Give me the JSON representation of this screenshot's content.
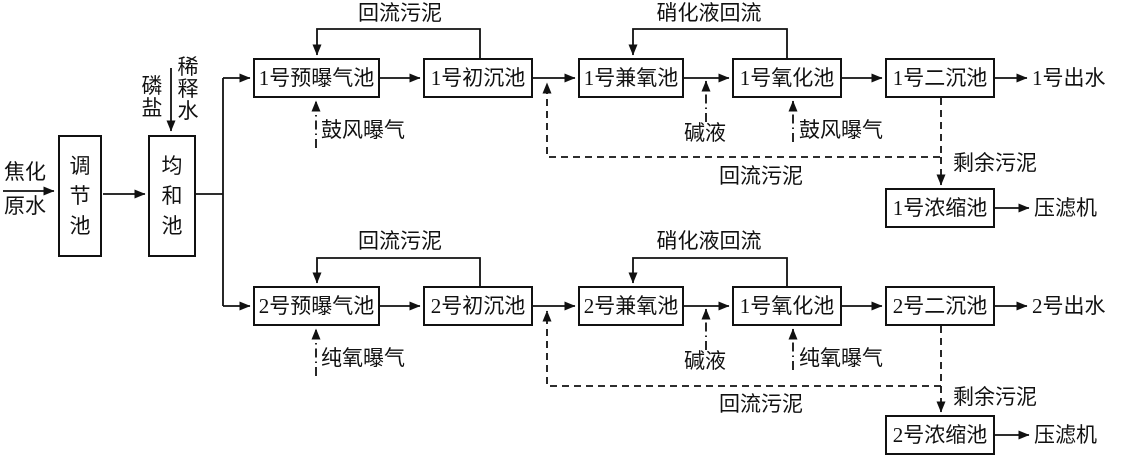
{
  "diagram": {
    "influent_line1": "焦化",
    "influent_line2": "原水",
    "regulating_tank": "调节池",
    "equalization_tank": "均和池",
    "phosphate": "磷盐",
    "dilution_water": "稀释水"
  },
  "rows": [
    {
      "pre_aeration_tank": "1号预曝气池",
      "primary_clarifier": "1号初沉池",
      "facultative_tank": "1号兼氧池",
      "oxidation_tank": "1号氧化池",
      "secondary_clarifier": "1号二沉池",
      "effluent": "1号出水",
      "return_sludge_top": "回流污泥",
      "nitrified_liquid_recycle": "硝化液回流",
      "pre_aeration_input": "鼓风曝气",
      "alkali_input": "碱液",
      "oxidation_aeration_input": "鼓风曝气",
      "return_sludge_bottom": "回流污泥",
      "excess_sludge": "剩余污泥",
      "thickener": "1号浓缩池",
      "filter_press": "压滤机"
    },
    {
      "pre_aeration_tank": "2号预曝气池",
      "primary_clarifier": "2号初沉池",
      "facultative_tank": "2号兼氧池",
      "oxidation_tank": "1号氧化池",
      "secondary_clarifier": "2号二沉池",
      "effluent": "2号出水",
      "return_sludge_top": "回流污泥",
      "nitrified_liquid_recycle": "硝化液回流",
      "pre_aeration_input": "纯氧曝气",
      "alkali_input": "碱液",
      "oxidation_aeration_input": "纯氧曝气",
      "return_sludge_bottom": "回流污泥",
      "excess_sludge": "剩余污泥",
      "thickener": "2号浓缩池",
      "filter_press": "压滤机"
    }
  ]
}
